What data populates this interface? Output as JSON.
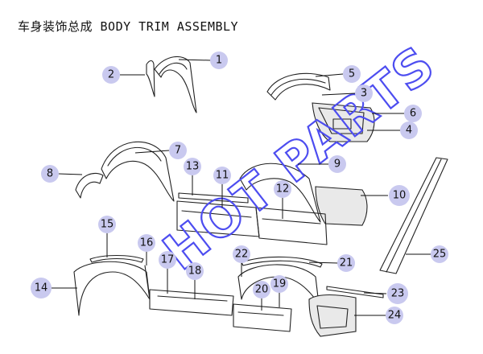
{
  "title": "车身装饰总成 BODY TRIM ASSEMBLY",
  "watermark": "HOT PARTS",
  "colors": {
    "callout_fill": "#c9c9ef",
    "watermark_stroke": "#4d4df0"
  },
  "callouts": [
    {
      "id": "1",
      "label": "1"
    },
    {
      "id": "2",
      "label": "2"
    },
    {
      "id": "3",
      "label": "3"
    },
    {
      "id": "4",
      "label": "4"
    },
    {
      "id": "5",
      "label": "5"
    },
    {
      "id": "6",
      "label": "6"
    },
    {
      "id": "7",
      "label": "7"
    },
    {
      "id": "8",
      "label": "8"
    },
    {
      "id": "9",
      "label": "9"
    },
    {
      "id": "10",
      "label": "10"
    },
    {
      "id": "11",
      "label": "11"
    },
    {
      "id": "12",
      "label": "12"
    },
    {
      "id": "13",
      "label": "13"
    },
    {
      "id": "14",
      "label": "14"
    },
    {
      "id": "15",
      "label": "15"
    },
    {
      "id": "16",
      "label": "16"
    },
    {
      "id": "17",
      "label": "17"
    },
    {
      "id": "18",
      "label": "18"
    },
    {
      "id": "19",
      "label": "19"
    },
    {
      "id": "20",
      "label": "20"
    },
    {
      "id": "21",
      "label": "21"
    },
    {
      "id": "22",
      "label": "22"
    },
    {
      "id": "23",
      "label": "23"
    },
    {
      "id": "24",
      "label": "24"
    },
    {
      "id": "25",
      "label": "25"
    }
  ]
}
